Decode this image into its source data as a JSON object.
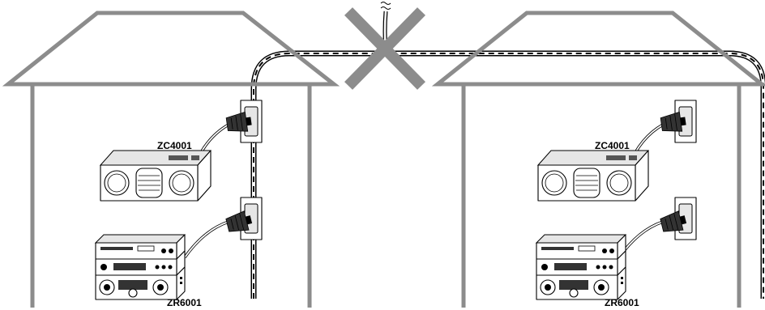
{
  "labels": {
    "left_speaker": "ZC4001",
    "left_receiver": "ZR6001",
    "right_speaker": "ZC4001",
    "right_receiver": "ZR6001"
  },
  "colors": {
    "house_outline": "#8c8c8c",
    "cross_mark": "#8c8c8c",
    "wire": "#000000"
  },
  "icons": {
    "prohibited_connection": "x-mark-icon",
    "outlet": "wall-outlet-icon",
    "plug": "power-plug-icon"
  }
}
